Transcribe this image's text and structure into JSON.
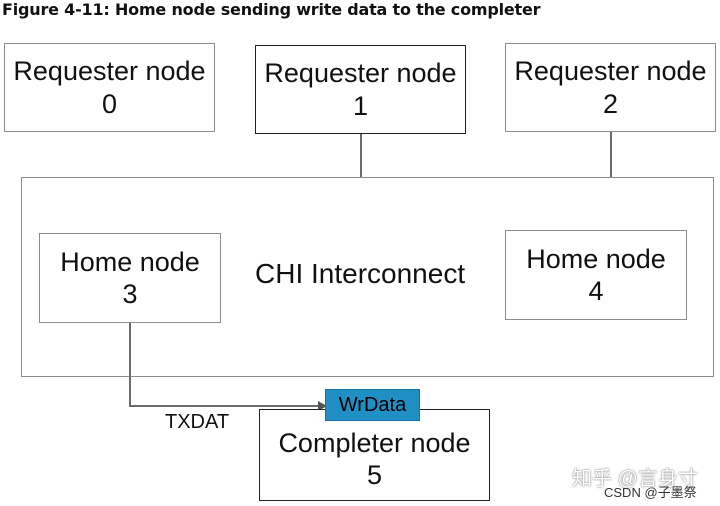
{
  "caption": "Figure 4-11: Home node sending write data to the completer",
  "requesters": [
    {
      "label": "Requester node",
      "num": "0"
    },
    {
      "label": "Requester node",
      "num": "1"
    },
    {
      "label": "Requester node",
      "num": "2"
    }
  ],
  "interconnect": {
    "label": "CHI Interconnect"
  },
  "home_nodes": [
    {
      "label": "Home node",
      "num": "3"
    },
    {
      "label": "Home node",
      "num": "4"
    }
  ],
  "completer": {
    "label": "Completer node",
    "num": "5"
  },
  "wrdata": "WrData",
  "txdat": "TXDAT",
  "watermark": "知乎 @言身寸",
  "csdn": "CSDN @子墨祭",
  "colors": {
    "wrdata_fill": "#1f8fc4",
    "box_border": "#8c8c8c"
  }
}
